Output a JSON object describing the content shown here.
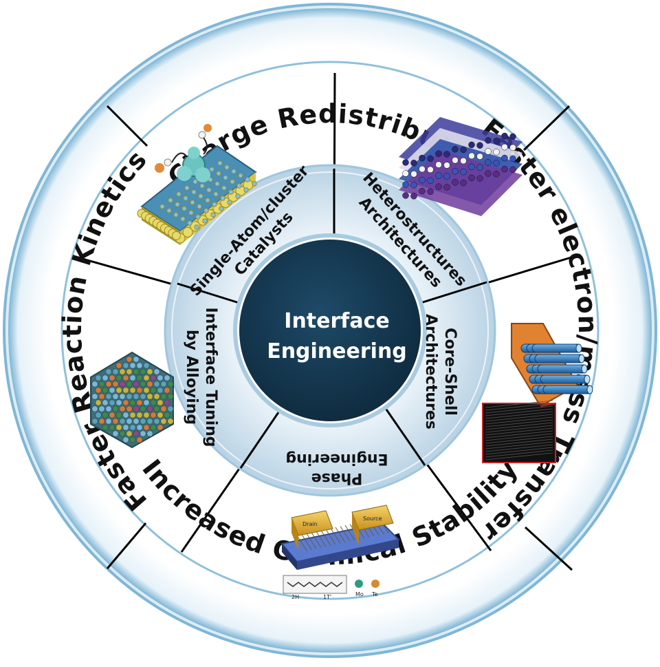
{
  "center": {
    "line1": "Interface",
    "line2": "Engineering"
  },
  "outer_ring": {
    "top": "Charge Redistribution",
    "right": "Faster electron/mass Transfer",
    "bottom": "Increased Chemical Stability",
    "left": "Faster Reaction Kinetics"
  },
  "strategies": [
    {
      "line1": "Single-Atom/cluster",
      "line2": "Catalysts"
    },
    {
      "line1": "Heterostructures",
      "line2": "Architectures"
    },
    {
      "line1": "Core-Shell",
      "line2": "Architectures"
    },
    {
      "line1": "Phase",
      "line2": "Engineering"
    },
    {
      "line1": "Interface Tuning",
      "line2": "by Alloying"
    }
  ],
  "device_inset": {
    "source_label": "Source",
    "drain_label": "Drain",
    "phase_2h": "2H",
    "phase_1t": "1T'",
    "legend_mo": "Mo",
    "legend_te": "Te"
  },
  "colors": {
    "outer_ring_light": "#e6f2f9",
    "outer_ring_edge": "#7fb6d6",
    "mid_ring": "#c9dcea",
    "center": "#15374f",
    "divider": "#000000"
  },
  "icons": {
    "single_atom": "single-atom-catalyst-icon",
    "heterostructure": "layered-heterostructure-icon",
    "core_shell": "core-shell-nanotube-icon",
    "phase": "2d-transistor-device-icon",
    "alloy": "alloy-nanoparticle-icon"
  }
}
